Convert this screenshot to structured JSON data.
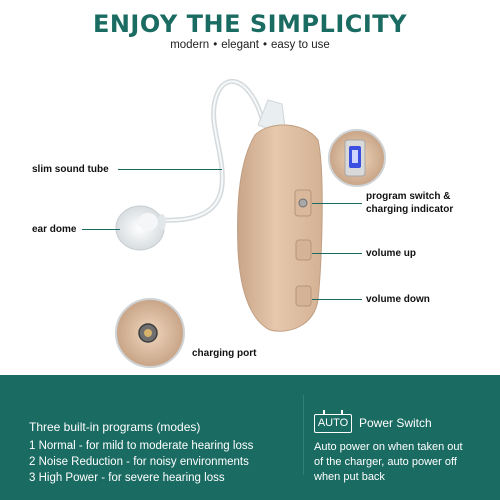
{
  "header": {
    "title": "ENJOY THE SIMPLICITY",
    "subtitle_parts": [
      "modern",
      "elegant",
      "easy to use"
    ],
    "bullet": "•"
  },
  "callouts": {
    "slim_sound_tube": "slim sound tube",
    "ear_dome": "ear dome",
    "charging_port": "charging port",
    "program_switch_line1": "program switch &",
    "program_switch_line2": "charging indicator",
    "volume_up": "volume up",
    "volume_down": "volume down"
  },
  "programs": {
    "title": "Three built-in programs (modes)",
    "items": [
      "1 Normal - for mild to moderate hearing loss",
      "2 Noise Reduction - for noisy environments",
      "3 High Power - for severe hearing loss"
    ]
  },
  "power_switch": {
    "badge": "AUTO",
    "title": "Power Switch",
    "lines": [
      "Auto power on when taken out",
      "of the charger, auto power off",
      "when put back"
    ]
  },
  "colors": {
    "brand": "#1a6b62",
    "panel": "#1a6b62",
    "device_skin": "#e3c4a8",
    "indicator": "#3b4fe0"
  },
  "icons": [
    "magnifier-circle-icon",
    "auto-power-icon"
  ]
}
